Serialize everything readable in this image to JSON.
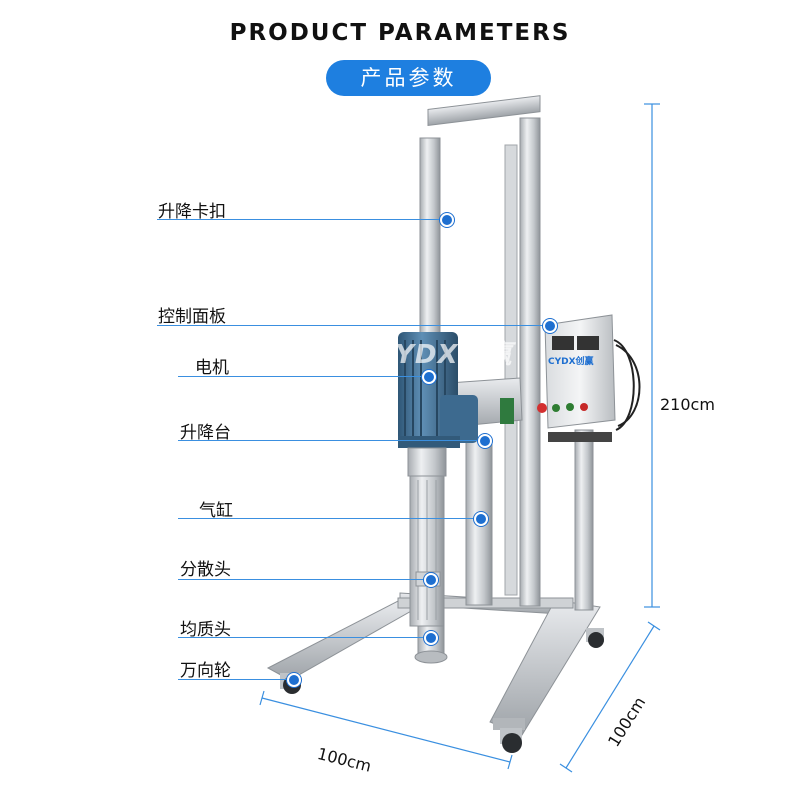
{
  "header": {
    "title_en": "PRODUCT PARAMETERS",
    "title_cn": "产品参数"
  },
  "labels": [
    {
      "key": "lift_clip",
      "text": "升降卡扣"
    },
    {
      "key": "control_panel",
      "text": "控制面板"
    },
    {
      "key": "motor",
      "text": "电机"
    },
    {
      "key": "lift_platform",
      "text": "升降台"
    },
    {
      "key": "cylinder",
      "text": "气缸"
    },
    {
      "key": "dispersing_head",
      "text": "分散头"
    },
    {
      "key": "homogenizing_head",
      "text": "均质头"
    },
    {
      "key": "caster",
      "text": "万向轮"
    }
  ],
  "dimensions": {
    "height": "210cm",
    "width": "100cm",
    "depth": "100cm"
  },
  "logo": "CYDX创赢",
  "colors": {
    "accent": "#1e7fe0",
    "motor": "#3d6f95",
    "steel": "#c9ccd0"
  }
}
